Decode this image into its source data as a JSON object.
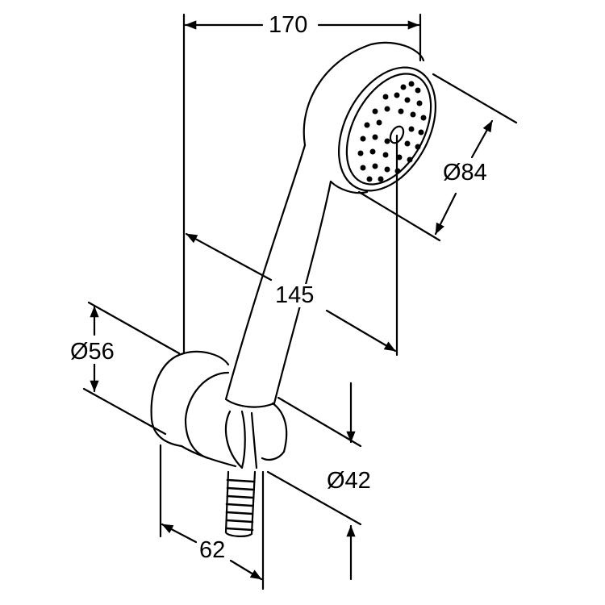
{
  "drawing": {
    "subject": "hand shower with wall bracket",
    "line_color": "#000000",
    "background": "#ffffff"
  },
  "dimensions": {
    "overall_width": "170",
    "head_diameter": "Ø84",
    "handle_length": "145",
    "bracket_diameter": "Ø56",
    "bracket_depth": "62",
    "hose_diameter": "Ø42"
  }
}
